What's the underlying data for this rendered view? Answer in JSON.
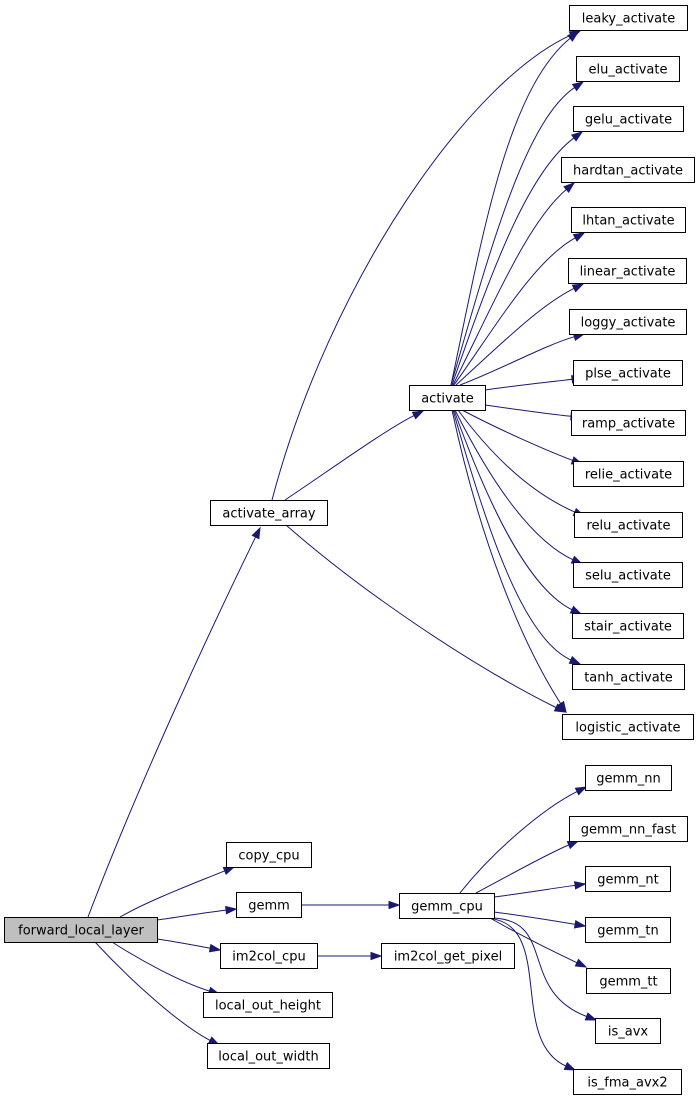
{
  "graph": {
    "edge_color": "#191970",
    "root_fill": "#bfbfbf",
    "node_fill": "#ffffff",
    "nodes": [
      {
        "id": "forward_local_layer",
        "label": "forward_local_layer",
        "root": true
      },
      {
        "id": "activate_array",
        "label": "activate_array"
      },
      {
        "id": "activate",
        "label": "activate"
      },
      {
        "id": "leaky_activate",
        "label": "leaky_activate"
      },
      {
        "id": "elu_activate",
        "label": "elu_activate"
      },
      {
        "id": "gelu_activate",
        "label": "gelu_activate"
      },
      {
        "id": "hardtan_activate",
        "label": "hardtan_activate"
      },
      {
        "id": "lhtan_activate",
        "label": "lhtan_activate"
      },
      {
        "id": "linear_activate",
        "label": "linear_activate"
      },
      {
        "id": "loggy_activate",
        "label": "loggy_activate"
      },
      {
        "id": "plse_activate",
        "label": "plse_activate"
      },
      {
        "id": "ramp_activate",
        "label": "ramp_activate"
      },
      {
        "id": "relie_activate",
        "label": "relie_activate"
      },
      {
        "id": "relu_activate",
        "label": "relu_activate"
      },
      {
        "id": "selu_activate",
        "label": "selu_activate"
      },
      {
        "id": "stair_activate",
        "label": "stair_activate"
      },
      {
        "id": "tanh_activate",
        "label": "tanh_activate"
      },
      {
        "id": "logistic_activate",
        "label": "logistic_activate"
      },
      {
        "id": "copy_cpu",
        "label": "copy_cpu"
      },
      {
        "id": "gemm",
        "label": "gemm"
      },
      {
        "id": "gemm_cpu",
        "label": "gemm_cpu"
      },
      {
        "id": "gemm_nn",
        "label": "gemm_nn"
      },
      {
        "id": "gemm_nn_fast",
        "label": "gemm_nn_fast"
      },
      {
        "id": "gemm_nt",
        "label": "gemm_nt"
      },
      {
        "id": "gemm_tn",
        "label": "gemm_tn"
      },
      {
        "id": "gemm_tt",
        "label": "gemm_tt"
      },
      {
        "id": "is_avx",
        "label": "is_avx"
      },
      {
        "id": "is_fma_avx2",
        "label": "is_fma_avx2"
      },
      {
        "id": "im2col_cpu",
        "label": "im2col_cpu"
      },
      {
        "id": "im2col_get_pixel",
        "label": "im2col_get_pixel"
      },
      {
        "id": "local_out_height",
        "label": "local_out_height"
      },
      {
        "id": "local_out_width",
        "label": "local_out_width"
      }
    ],
    "edges": [
      [
        "forward_local_layer",
        "activate_array"
      ],
      [
        "activate_array",
        "leaky_activate"
      ],
      [
        "activate_array",
        "activate"
      ],
      [
        "activate_array",
        "logistic_activate"
      ],
      [
        "activate",
        "leaky_activate"
      ],
      [
        "activate",
        "elu_activate"
      ],
      [
        "activate",
        "gelu_activate"
      ],
      [
        "activate",
        "hardtan_activate"
      ],
      [
        "activate",
        "lhtan_activate"
      ],
      [
        "activate",
        "linear_activate"
      ],
      [
        "activate",
        "loggy_activate"
      ],
      [
        "activate",
        "plse_activate"
      ],
      [
        "activate",
        "ramp_activate"
      ],
      [
        "activate",
        "relie_activate"
      ],
      [
        "activate",
        "relu_activate"
      ],
      [
        "activate",
        "selu_activate"
      ],
      [
        "activate",
        "stair_activate"
      ],
      [
        "activate",
        "tanh_activate"
      ],
      [
        "activate",
        "logistic_activate"
      ],
      [
        "forward_local_layer",
        "copy_cpu"
      ],
      [
        "forward_local_layer",
        "gemm"
      ],
      [
        "gemm",
        "gemm_cpu"
      ],
      [
        "gemm_cpu",
        "gemm_nn"
      ],
      [
        "gemm_cpu",
        "gemm_nn_fast"
      ],
      [
        "gemm_cpu",
        "gemm_nt"
      ],
      [
        "gemm_cpu",
        "gemm_tn"
      ],
      [
        "gemm_cpu",
        "gemm_tt"
      ],
      [
        "gemm_cpu",
        "is_avx"
      ],
      [
        "gemm_cpu",
        "is_fma_avx2"
      ],
      [
        "forward_local_layer",
        "im2col_cpu"
      ],
      [
        "im2col_cpu",
        "im2col_get_pixel"
      ],
      [
        "forward_local_layer",
        "local_out_height"
      ],
      [
        "forward_local_layer",
        "local_out_width"
      ]
    ]
  }
}
